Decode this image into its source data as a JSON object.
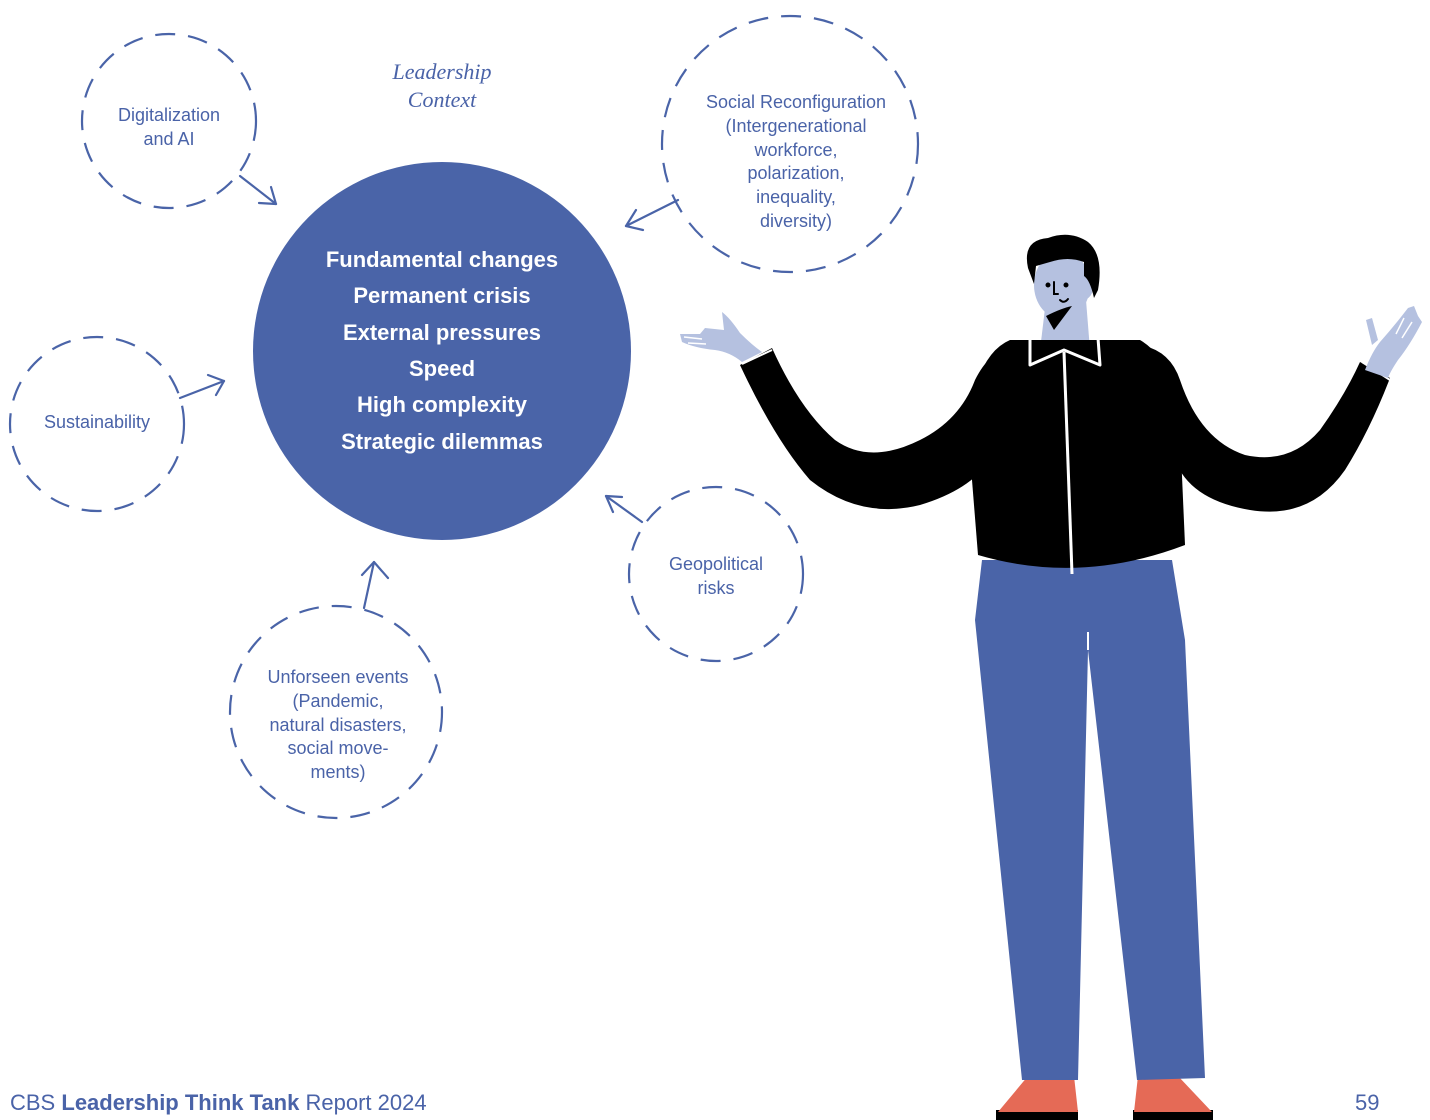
{
  "diagram": {
    "title_lines": [
      "Leadership",
      "Context"
    ],
    "core_lines": [
      "Fundamental changes",
      "Permanent crisis",
      "External pressures",
      "Speed",
      "High complexity",
      "Strategic dilemmas"
    ],
    "factors": {
      "digitalization": [
        "Digitalization",
        "and AI"
      ],
      "social": [
        "Social Reconfiguration",
        "(Intergenerational",
        "workforce,",
        "polarization,",
        "inequality,",
        "diversity)"
      ],
      "sustainability": [
        "Sustainability"
      ],
      "geopolitical": [
        "Geopolitical",
        "risks"
      ],
      "unforeseen": [
        "Unforseen events",
        "(Pandemic,",
        "natural disasters,",
        "social move-",
        "ments)"
      ]
    }
  },
  "footer": {
    "prefix": "CBS",
    "bold": "Leadership Think Tank",
    "suffix": "Report 2024",
    "page_number": "59"
  },
  "colors": {
    "primary_blue": "#4a64a8",
    "text_blue": "#4a63a8",
    "skin": "#b5c1e0",
    "shirt": "#000000",
    "pants": "#4a64a8",
    "socks": "#e56a56"
  }
}
